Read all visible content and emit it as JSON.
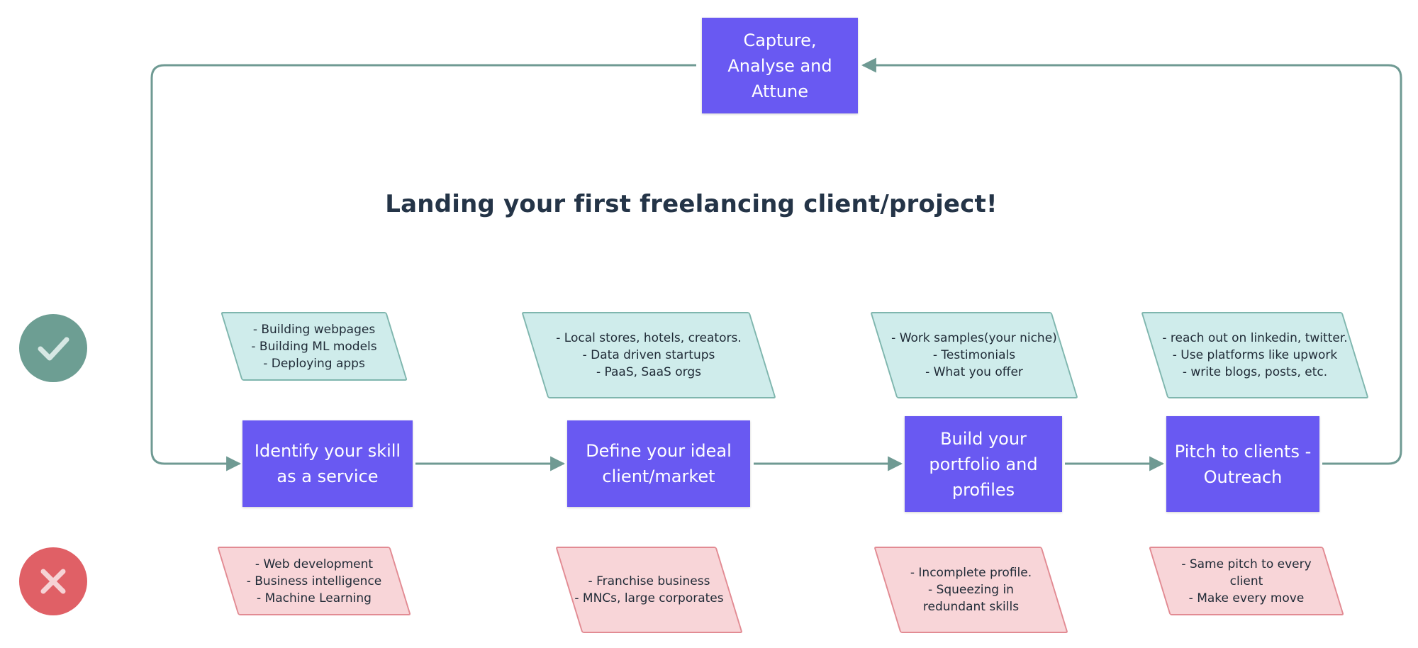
{
  "title": "Landing your first freelancing client/project!",
  "feedback_step": {
    "label": "Capture,\nAnalyse and\nAttune"
  },
  "steps": [
    {
      "label": "Identify your skill\nas a service"
    },
    {
      "label": "Define your ideal\nclient/market"
    },
    {
      "label": "Build your\nportfolio and\nprofiles"
    },
    {
      "label": "Pitch to clients -\nOutreach"
    }
  ],
  "dos": [
    [
      "- Building webpages",
      "- Building ML models",
      "- Deploying apps"
    ],
    [
      "- Local stores, hotels, creators.",
      "- Data driven startups",
      "- PaaS, SaaS orgs"
    ],
    [
      "- Work samples(your niche)",
      "- Testimonials",
      "- What you offer"
    ],
    [
      "- reach out on linkedin, twitter.",
      "- Use platforms like upwork",
      "- write blogs, posts, etc."
    ]
  ],
  "donts": [
    [
      "- Web development",
      "- Business intelligence",
      "- Machine Learning"
    ],
    [
      "- Franchise business",
      "- MNCs, large corporates"
    ],
    [
      "- Incomplete profile.",
      "- Squeezing in",
      "redundant skills"
    ],
    [
      "- Same pitch to every",
      "client",
      "- Make every move"
    ]
  ],
  "icons": {
    "do": "check-icon",
    "dont": "cross-icon"
  },
  "colors": {
    "step": "#6959f2",
    "do_fill": "#cfeceb",
    "dont_fill": "#f8d5d8",
    "connector": "#6f9a93",
    "check_badge": "#6d9e93",
    "cross_badge": "#e06066"
  }
}
